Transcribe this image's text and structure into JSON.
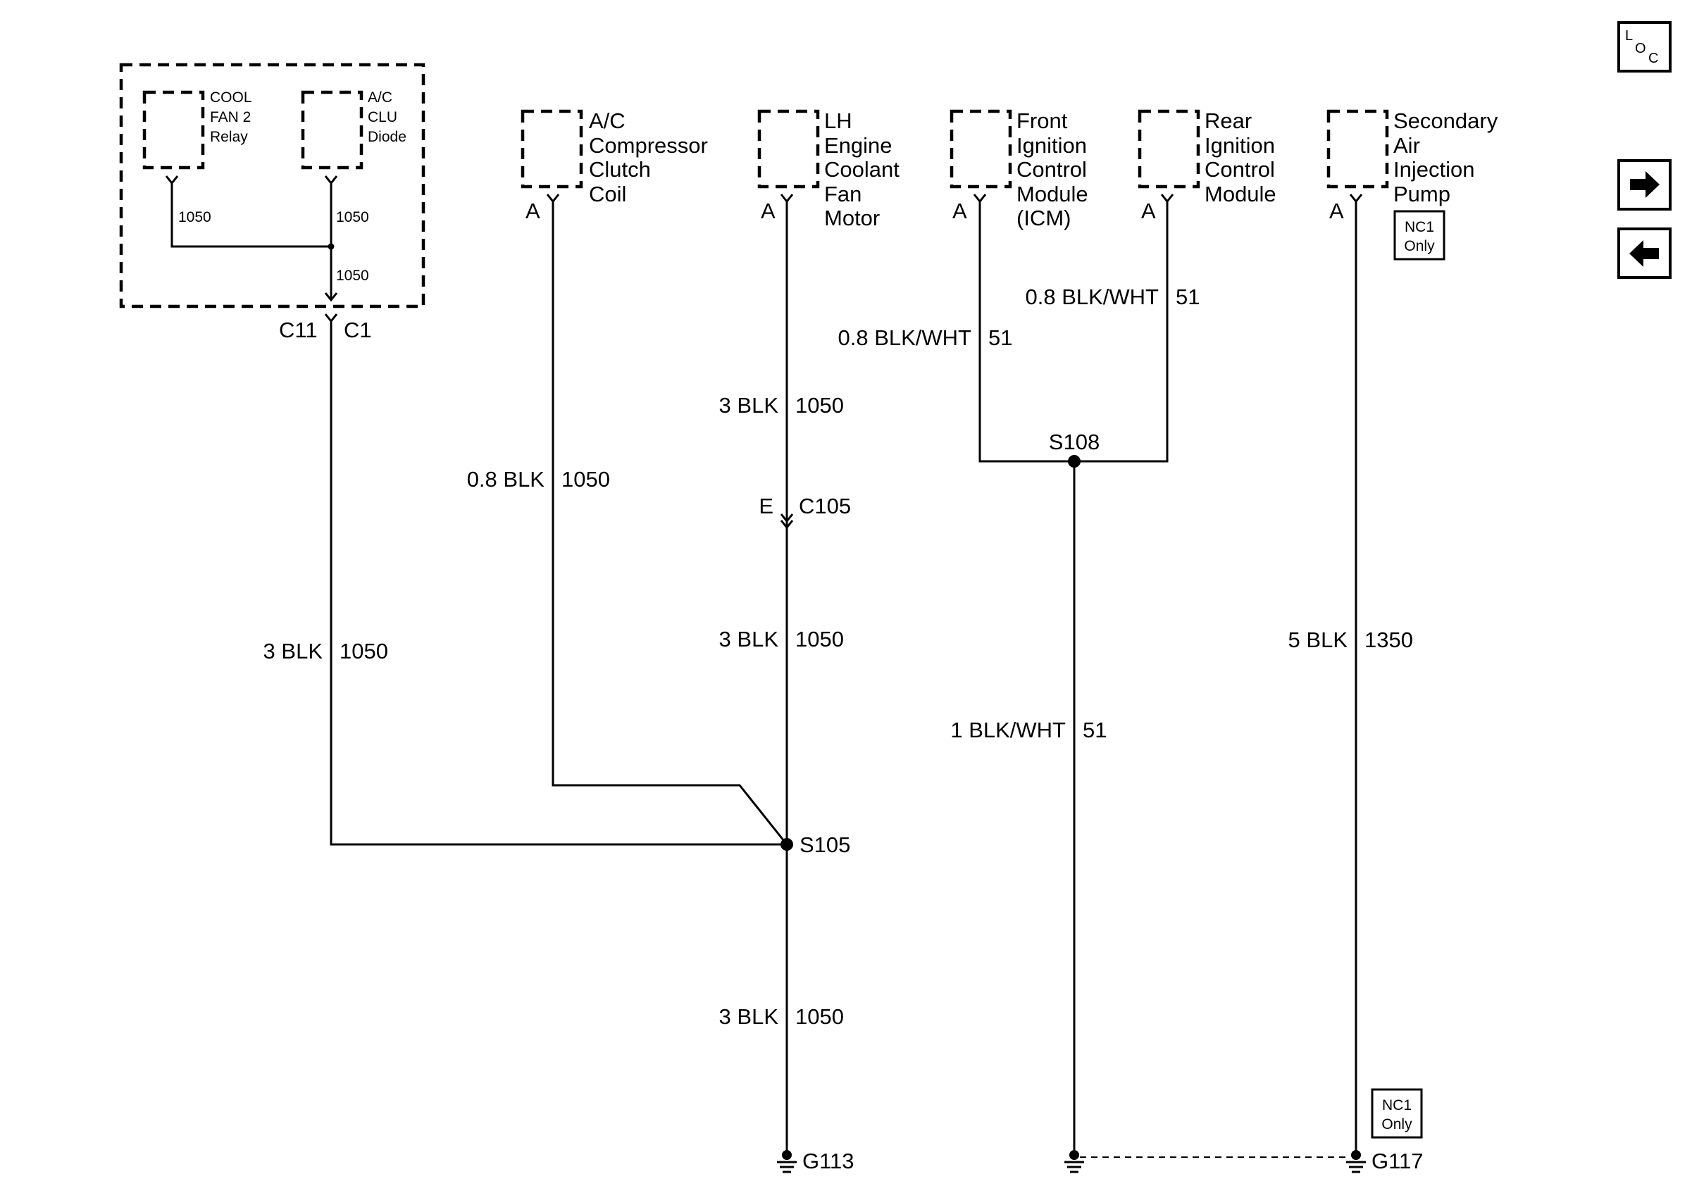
{
  "side_buttons": {
    "loc": {
      "line1": "L",
      "line2": "O",
      "line3": "C"
    },
    "forward_icon": "right-arrow",
    "back_icon": "left-arrow"
  },
  "components": {
    "cool_fan_relay": {
      "line1": "COOL",
      "line2": "FAN 2",
      "line3": "Relay"
    },
    "ac_clu_diode": {
      "line1": "A/C",
      "line2": "CLU",
      "line3": "Diode"
    },
    "ac_clutch": {
      "line1": "A/C",
      "line2": "Compressor",
      "line3": "Clutch",
      "line4": "Coil",
      "pin": "A"
    },
    "lh_fan": {
      "line1": "LH",
      "line2": "Engine",
      "line3": "Coolant",
      "line4": "Fan",
      "line5": "Motor",
      "pin": "A"
    },
    "front_icm": {
      "line1": "Front",
      "line2": "Ignition",
      "line3": "Control",
      "line4": "Module",
      "line5": "(ICM)",
      "pin": "A"
    },
    "rear_icm": {
      "line1": "Rear",
      "line2": "Ignition",
      "line3": "Control",
      "line4": "Module",
      "pin": "A"
    },
    "air_pump": {
      "line1": "Secondary",
      "line2": "Air",
      "line3": "Injection",
      "line4": "Pump",
      "pin": "A"
    }
  },
  "option_badges": {
    "top": {
      "line1": "NC1",
      "line2": "Only"
    },
    "bottom": {
      "line1": "NC1",
      "line2": "Only"
    }
  },
  "internal_circuits": {
    "relay": "1050",
    "diode": "1050",
    "joined": "1050"
  },
  "connectors": {
    "c11": "C11",
    "c1": "C1",
    "c105_pin": "E",
    "c105": "C105"
  },
  "splices": {
    "s105": "S105",
    "s108": "S108"
  },
  "grounds": {
    "g113": "G113",
    "g117": "G117"
  },
  "wires": {
    "relay_to_splice": {
      "size_color": "3 BLK",
      "circuit": "1050"
    },
    "clutch_to_splice": {
      "size_color": "0.8 BLK",
      "circuit": "1050"
    },
    "fan_upper": {
      "size_color": "3 BLK",
      "circuit": "1050"
    },
    "fan_middle": {
      "size_color": "3 BLK",
      "circuit": "1050"
    },
    "s105_to_ground": {
      "size_color": "3 BLK",
      "circuit": "1050"
    },
    "front_icm": {
      "size_color": "0.8 BLK/WHT",
      "circuit": "51"
    },
    "rear_icm": {
      "size_color": "0.8 BLK/WHT",
      "circuit": "51"
    },
    "s108_to_ground": {
      "size_color": "1 BLK/WHT",
      "circuit": "51"
    },
    "pump_to_ground": {
      "size_color": "5 BLK",
      "circuit": "1350"
    }
  }
}
